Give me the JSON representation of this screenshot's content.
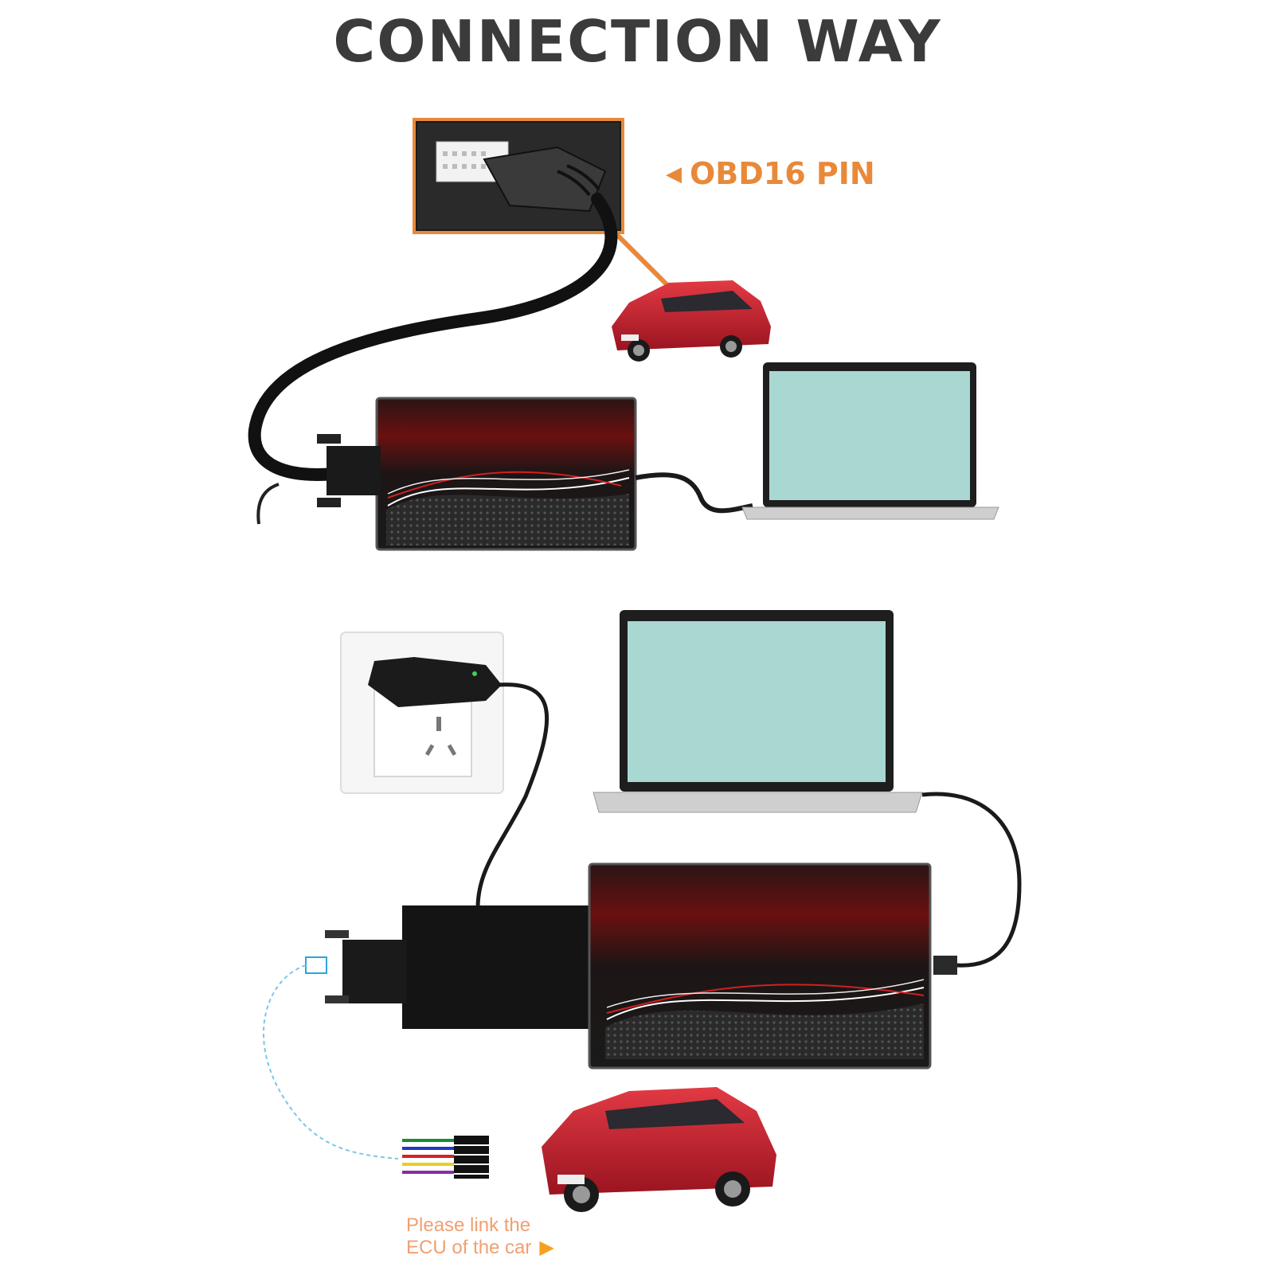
{
  "header": {
    "title": "CONNECTION WAY"
  },
  "top_section": {
    "obd_label": "OBD16 PIN"
  },
  "bottom_section": {
    "ecu_note_line1": "Please link the",
    "ecu_note_line2": "ECU of the car"
  },
  "colors": {
    "title": "#3b3b3b",
    "accent_orange": "#e8893a",
    "car_red": "#c8202e",
    "screen_teal": "#a9d7d1",
    "device_body": "#1f1a1a",
    "cable": "#111111",
    "dashed_line": "#7cc6e8",
    "wire_colors": [
      "#1a8a3a",
      "#2038c8",
      "#d82020",
      "#e8d020",
      "#8a2aa8"
    ]
  },
  "icons": [
    "obd-connector-icon",
    "car-icon",
    "laptop-icon",
    "interface-device-icon",
    "power-adapter-icon",
    "wall-outlet-icon",
    "db25-connector-icon",
    "wire-bundle-icon"
  ]
}
